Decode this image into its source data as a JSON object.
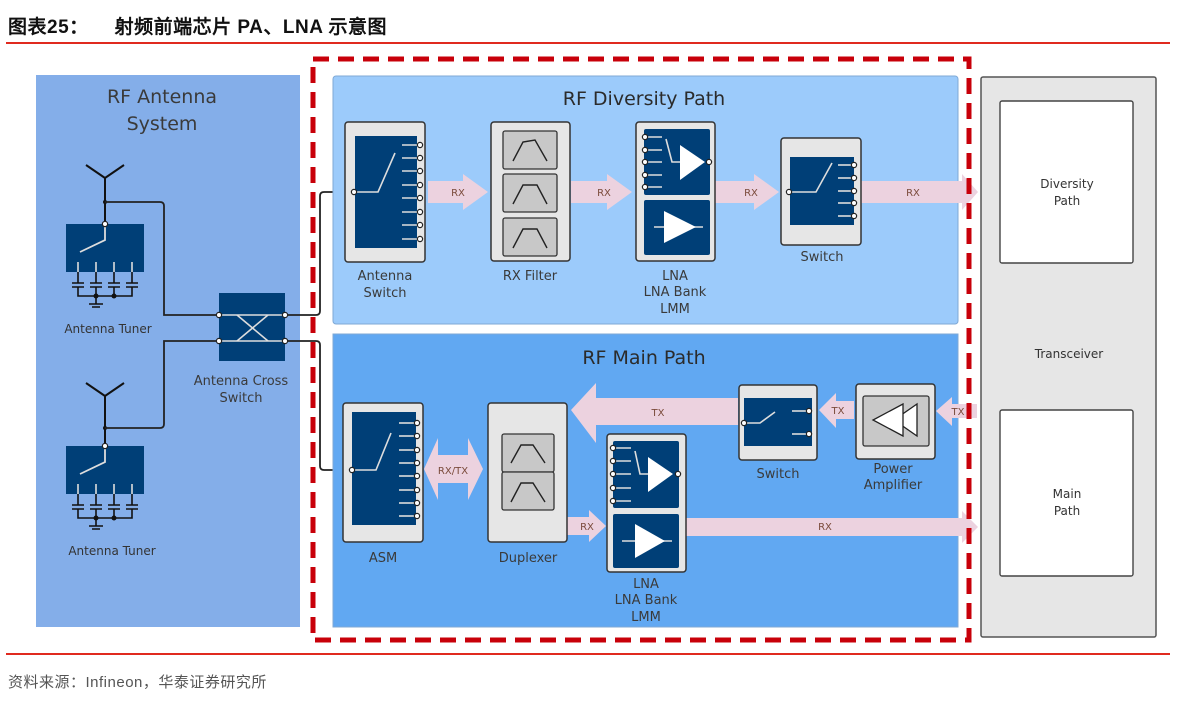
{
  "figure": {
    "number_label": "图表25：",
    "title": "射频前端芯片 PA、LNA 示意图",
    "source": "资料来源：Infineon，华泰证券研究所"
  },
  "colors": {
    "accent_rule": "#e02a1f",
    "highlight_dash": "#c8000a",
    "antenna_panel": "#84aee9",
    "diversity_panel": "#9ccbfb",
    "main_panel": "#61a8f2",
    "chip_fill": "#003f77",
    "module_bg": "#e6e6e6",
    "filter_bg": "#c8c8c8",
    "signal_arrow": "#ecd2df",
    "transceiver_bg": "#e6e6e6"
  },
  "antenna_system": {
    "title_line1": "RF Antenna",
    "title_line2": "System",
    "tuner_top_label": "Antenna Tuner",
    "tuner_bottom_label": "Antenna Tuner",
    "cross_switch_line1": "Antenna Cross",
    "cross_switch_line2": "Switch"
  },
  "diversity_path": {
    "title": "RF Diversity Path",
    "antenna_switch_line1": "Antenna",
    "antenna_switch_line2": "Switch",
    "rx_filter_label": "RX Filter",
    "lna_line1": "LNA",
    "lna_line2": "LNA Bank",
    "lna_line3": "LMM",
    "switch_label": "Switch",
    "arrows": [
      "RX",
      "RX",
      "RX",
      "RX"
    ]
  },
  "main_path": {
    "title": "RF Main Path",
    "asm_label": "ASM",
    "duplexer_label": "Duplexer",
    "lna_line1": "LNA",
    "lna_line2": "LNA Bank",
    "lna_line3": "LMM",
    "switch_label": "Switch",
    "pa_line1": "Power",
    "pa_line2": "Amplifier",
    "arrow_rxtx": "RX/TX",
    "arrow_tx_main": "TX",
    "arrow_tx_pa": "TX",
    "arrow_tx_in": "TX",
    "arrow_rx_dup": "RX",
    "arrow_rx_out": "RX"
  },
  "transceiver": {
    "label": "Transceiver",
    "diversity_line1": "Diversity",
    "diversity_line2": "Path",
    "main_line1": "Main",
    "main_line2": "Path"
  }
}
